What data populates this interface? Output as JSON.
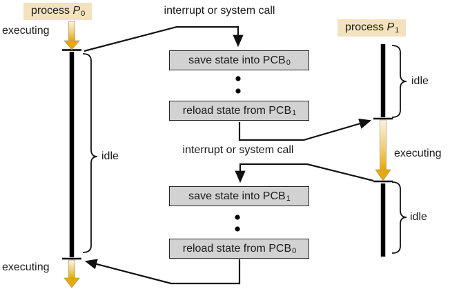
{
  "colors": {
    "background": "#ffffff",
    "process_label_bg": "#f3e2bd",
    "pcb_box_bg": "#d2d2d2",
    "pcb_box_border": "#222222",
    "timeline_color": "#000000",
    "connector_color": "#111111",
    "gold_light": "#faf3e0",
    "gold_mid": "#f0cf80",
    "gold_dark": "#e9a70d",
    "text_color": "#1a1a1a"
  },
  "process_labels": {
    "p0": {
      "prefix": "process ",
      "symbol": "P",
      "sub": "0"
    },
    "p1": {
      "prefix": "process ",
      "symbol": "P",
      "sub": "1"
    }
  },
  "state_labels": {
    "p0_executing_top": "executing",
    "p0_idle": "idle",
    "p0_executing_bottom": "executing",
    "p1_idle_top": "idle",
    "p1_executing": "executing",
    "p1_idle_bottom": "idle"
  },
  "event_labels": {
    "interrupt_top": "interrupt or system call",
    "interrupt_middle": "interrupt or system call"
  },
  "pcb_boxes": [
    {
      "text": "save state into PCB",
      "sub": "0"
    },
    {
      "text": "reload state from PCB",
      "sub": "1"
    },
    {
      "text": "save state into PCB",
      "sub": "1"
    },
    {
      "text": "reload state from PCB",
      "sub": "0"
    }
  ]
}
